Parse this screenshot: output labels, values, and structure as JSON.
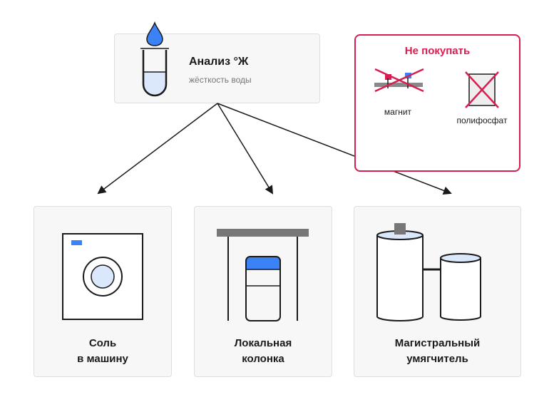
{
  "analysis": {
    "title": "Анализ °Ж",
    "subtitle": "жёсткость воды"
  },
  "do_not_buy": {
    "title": "Не покупать",
    "items": [
      {
        "label": "магнит",
        "icon": "magnet-icon"
      },
      {
        "label": "полифосфат",
        "icon": "polyphosphate-icon"
      }
    ]
  },
  "options": [
    {
      "line1": "Соль",
      "line2": "в машину",
      "icon": "washing-machine-icon"
    },
    {
      "line1": "Локальная",
      "line2": "колонка",
      "icon": "filter-column-icon"
    },
    {
      "line1": "Магистральный",
      "line2": "умягчитель",
      "icon": "water-softener-icon"
    }
  ],
  "colors": {
    "accent_blue": "#3b82f6",
    "light_blue": "#dbe7fb",
    "warning_red": "#d81e50",
    "card_bg": "#f7f7f7",
    "dark": "#1a1a1a",
    "gray": "#777777"
  }
}
